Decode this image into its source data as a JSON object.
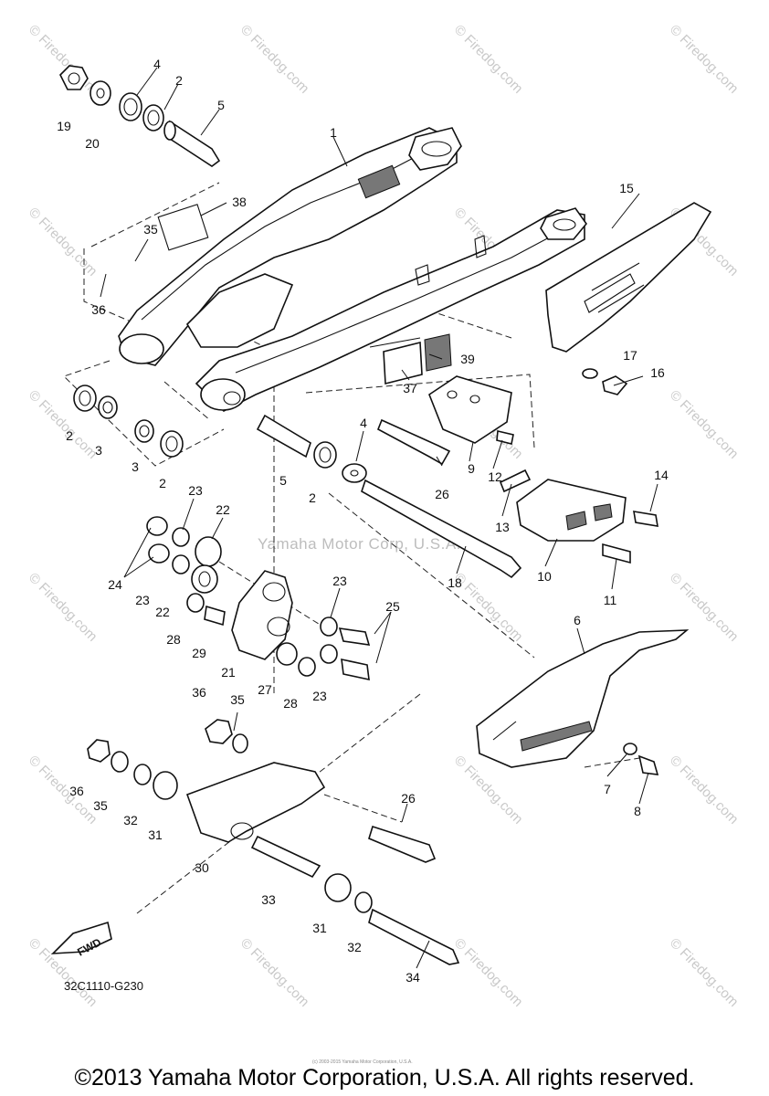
{
  "watermark": {
    "site": "© Firedog.com",
    "center_text": "Yamaha Motor Corp, U.S.A.",
    "swingarm_text": "Firedog.com"
  },
  "diagram": {
    "drawing_code": "32C1110-G230",
    "fwd_label": "FWD",
    "copyright_footer": "©2013 Yamaha Motor Corporation, U.S.A. All rights reserved.",
    "micro_notice": "(c) 2003-2015 Yamaha Motor Corporation, U.S.A."
  },
  "callouts": [
    {
      "id": "c1",
      "label": "1"
    },
    {
      "id": "c2a",
      "label": "2"
    },
    {
      "id": "c4a",
      "label": "4"
    },
    {
      "id": "c5a",
      "label": "5"
    },
    {
      "id": "c19",
      "label": "19"
    },
    {
      "id": "c20",
      "label": "20"
    },
    {
      "id": "c38",
      "label": "38"
    },
    {
      "id": "c35a",
      "label": "35"
    },
    {
      "id": "c36a",
      "label": "36"
    },
    {
      "id": "c15",
      "label": "15"
    },
    {
      "id": "c17",
      "label": "17"
    },
    {
      "id": "c16",
      "label": "16"
    },
    {
      "id": "c39",
      "label": "39"
    },
    {
      "id": "c37",
      "label": "37"
    },
    {
      "id": "c2b",
      "label": "2"
    },
    {
      "id": "c3a",
      "label": "3"
    },
    {
      "id": "c3b",
      "label": "3"
    },
    {
      "id": "c2c",
      "label": "2"
    },
    {
      "id": "c4b",
      "label": "4"
    },
    {
      "id": "c5b",
      "label": "5"
    },
    {
      "id": "c2d",
      "label": "2"
    },
    {
      "id": "c26a",
      "label": "26"
    },
    {
      "id": "c9",
      "label": "9"
    },
    {
      "id": "c12",
      "label": "12"
    },
    {
      "id": "c14",
      "label": "14"
    },
    {
      "id": "c13",
      "label": "13"
    },
    {
      "id": "c10",
      "label": "10"
    },
    {
      "id": "c11",
      "label": "11"
    },
    {
      "id": "c18",
      "label": "18"
    },
    {
      "id": "c23a",
      "label": "23"
    },
    {
      "id": "c22a",
      "label": "22"
    },
    {
      "id": "c24",
      "label": "24"
    },
    {
      "id": "c23b",
      "label": "23"
    },
    {
      "id": "c22b",
      "label": "22"
    },
    {
      "id": "c28a",
      "label": "28"
    },
    {
      "id": "c29",
      "label": "29"
    },
    {
      "id": "c21",
      "label": "21"
    },
    {
      "id": "c23c",
      "label": "23"
    },
    {
      "id": "c25",
      "label": "25"
    },
    {
      "id": "c27",
      "label": "27"
    },
    {
      "id": "c28b",
      "label": "28"
    },
    {
      "id": "c23d",
      "label": "23"
    },
    {
      "id": "c6",
      "label": "6"
    },
    {
      "id": "c7",
      "label": "7"
    },
    {
      "id": "c8",
      "label": "8"
    },
    {
      "id": "c36b",
      "label": "36"
    },
    {
      "id": "c35b",
      "label": "35"
    },
    {
      "id": "c36c",
      "label": "36"
    },
    {
      "id": "c35c",
      "label": "35"
    },
    {
      "id": "c32a",
      "label": "32"
    },
    {
      "id": "c31a",
      "label": "31"
    },
    {
      "id": "c30",
      "label": "30"
    },
    {
      "id": "c26b",
      "label": "26"
    },
    {
      "id": "c33",
      "label": "33"
    },
    {
      "id": "c31b",
      "label": "31"
    },
    {
      "id": "c32b",
      "label": "32"
    },
    {
      "id": "c34",
      "label": "34"
    }
  ]
}
